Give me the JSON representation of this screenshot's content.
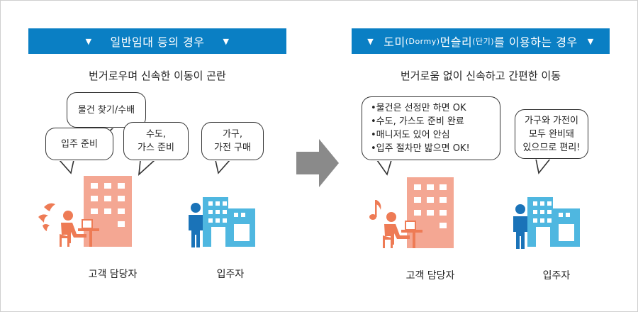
{
  "left": {
    "banner": "일반임대 등의 경우",
    "subtitle": "번거로우며 신속한 이동이 곤란",
    "bubbles": {
      "search": [
        "물건 찾기/수배"
      ],
      "move_in": [
        "입주 준비"
      ],
      "utilities": [
        "수도,",
        "가스 준비"
      ],
      "furniture": [
        "가구,",
        "가전 구매"
      ]
    },
    "labels": {
      "staff": "고객 담당자",
      "tenant": "입주자"
    }
  },
  "right": {
    "banner_main": "도미",
    "banner_small1": "(Dormy)",
    "banner_mid": " 먼슬리",
    "banner_small2": "(단기)",
    "banner_end": "를 이용하는 경우",
    "subtitle": "번거로움 없이 신속하고 간편한 이동",
    "bubbles": {
      "staff": [
        "•물건은 선정만 하면 OK",
        "•수도, 가스도 준비 완료",
        "•매니저도 있어 안심",
        "•입주 절차만 밟으면 OK!"
      ],
      "tenant": [
        "가구와 가전이",
        "모두 완비돼",
        "있으므로 편리!"
      ]
    },
    "labels": {
      "staff": "고객 담당자",
      "tenant": "입주자"
    }
  },
  "colors": {
    "banner": "#0a7fc4",
    "left_building": "#f4a793",
    "right_building": "#f4a793",
    "tenant_building": "#4fb7e0",
    "person_blue": "#1a73b8",
    "person_orange": "#ee7b55",
    "arrow": "#8a8a8a"
  },
  "icons": [
    "triangle-down-icon",
    "building-icon",
    "person-icon",
    "desk-worker-icon",
    "music-note-icon",
    "sweat-icon",
    "right-arrow-icon"
  ]
}
